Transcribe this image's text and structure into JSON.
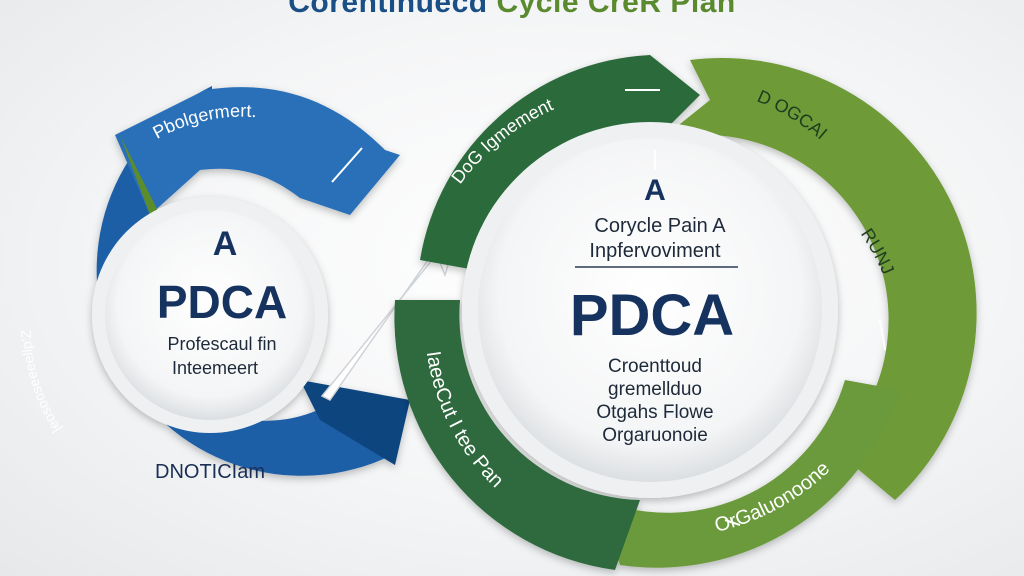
{
  "title": {
    "part1": "Corentinuecd",
    "part2": "Cycle CreR Plan"
  },
  "colors": {
    "blue": "#1b5fa6",
    "blue_dark": "#0f3f77",
    "green_dark": "#2b6a3a",
    "green_light": "#6e9a37",
    "navy_text": "#16335f"
  },
  "left_cycle": {
    "arc_top_label": "Pbolgermert.",
    "arc_left_label": "|eosooseeeellp'Z",
    "arc_bottom_label": "DNOTICIam",
    "center": {
      "line1": "A",
      "line2": "PDCA",
      "line3": "Profescaul fin",
      "line4": "Inteemeert"
    }
  },
  "right_cycle": {
    "arc_top_label": "DoG Igmement",
    "arc_right_top_label": "D OGCAI",
    "arc_right_label": "RUNJ",
    "arc_bottom_label": "OrGaluonoone",
    "arc_left_label": "IaeeCut I tee Pan",
    "center": {
      "line1": "A",
      "line2": "Corycle Pain A",
      "line3": "Inpfervoviment",
      "line4": "PDCA",
      "line5": "Croenttoud",
      "line6": "gremellduo",
      "line7": "Otgahs Flowe",
      "line8": "Orgaruonoie"
    }
  }
}
